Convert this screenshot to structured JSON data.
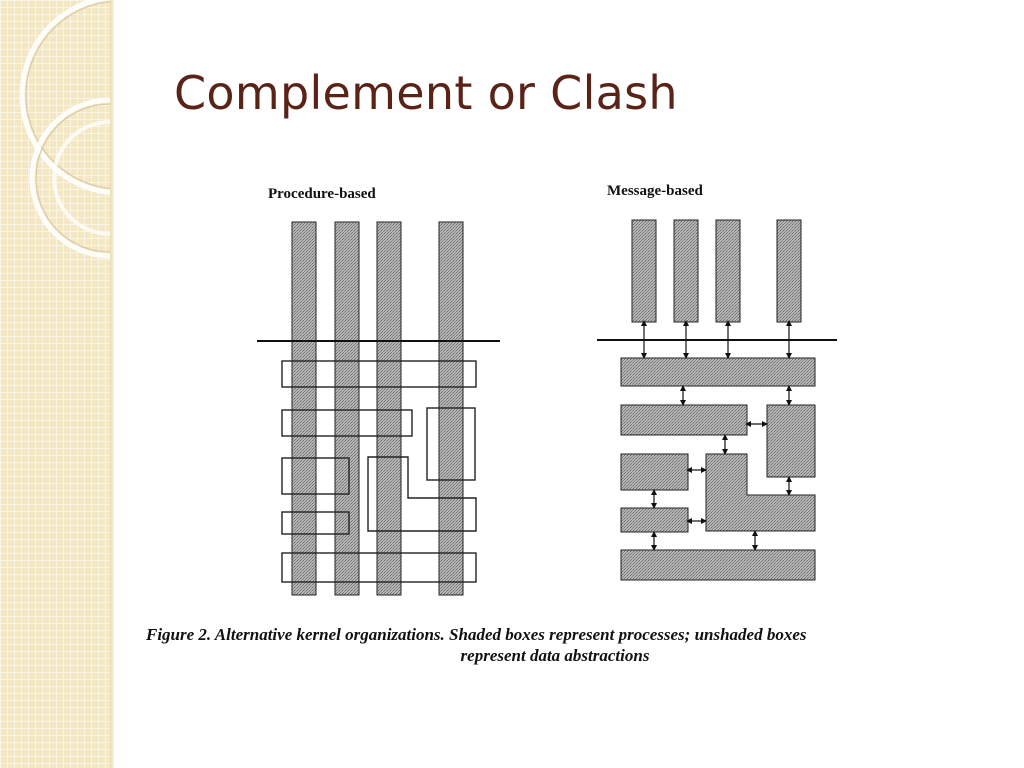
{
  "slide": {
    "title": "Complement or Clash"
  },
  "figure": {
    "left_panel_label": "Procedure-based",
    "right_panel_label": "Message-based",
    "caption_line1": "Figure 2. Alternative kernel organizations. Shaded boxes represent processes; unshaded boxes",
    "caption_line2": "represent data abstractions"
  },
  "colors": {
    "title": "#5a2318",
    "sidebar": "#f3e7c4",
    "shade": "#a9a9a9"
  }
}
